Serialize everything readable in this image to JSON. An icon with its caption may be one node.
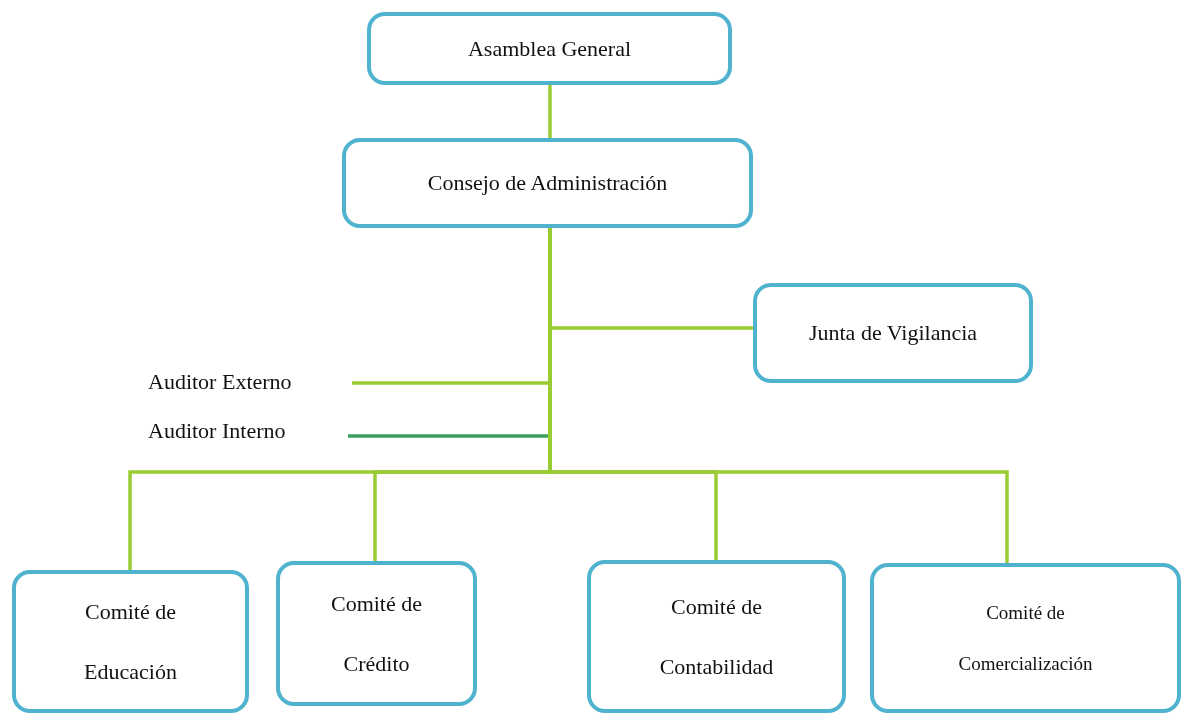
{
  "diagram": {
    "nodes": [
      {
        "text": [
          "Asamblea General"
        ]
      },
      {
        "text": [
          "Consejo de Administración"
        ]
      },
      {
        "text": [
          "Junta de Vigilancia"
        ]
      },
      {
        "text": [
          "Auditor Externo"
        ]
      },
      {
        "text": [
          "Auditor Interno"
        ]
      },
      {
        "text": [
          "Comité de Educación"
        ]
      },
      {
        "text": [
          "Comité de Crédito"
        ]
      },
      {
        "text": [
          "Comité de Contabilidad"
        ]
      },
      {
        "text": [
          "Comité de Comercialización"
        ]
      }
    ],
    "edges": [
      {
        "from": 0,
        "to": 1,
        "arrow": "none"
      },
      {
        "from": 1,
        "to": 2,
        "arrow": "none"
      },
      {
        "from": 1,
        "to": 3,
        "arrow": "none"
      },
      {
        "from": 1,
        "to": 4,
        "arrow": "none",
        "color": "#3a9e5c"
      },
      {
        "from": 1,
        "to": 5,
        "arrow": "none"
      },
      {
        "from": 1,
        "to": 6,
        "arrow": "none"
      },
      {
        "from": 1,
        "to": 7,
        "arrow": "none"
      },
      {
        "from": 1,
        "to": 8,
        "arrow": "none"
      }
    ]
  }
}
